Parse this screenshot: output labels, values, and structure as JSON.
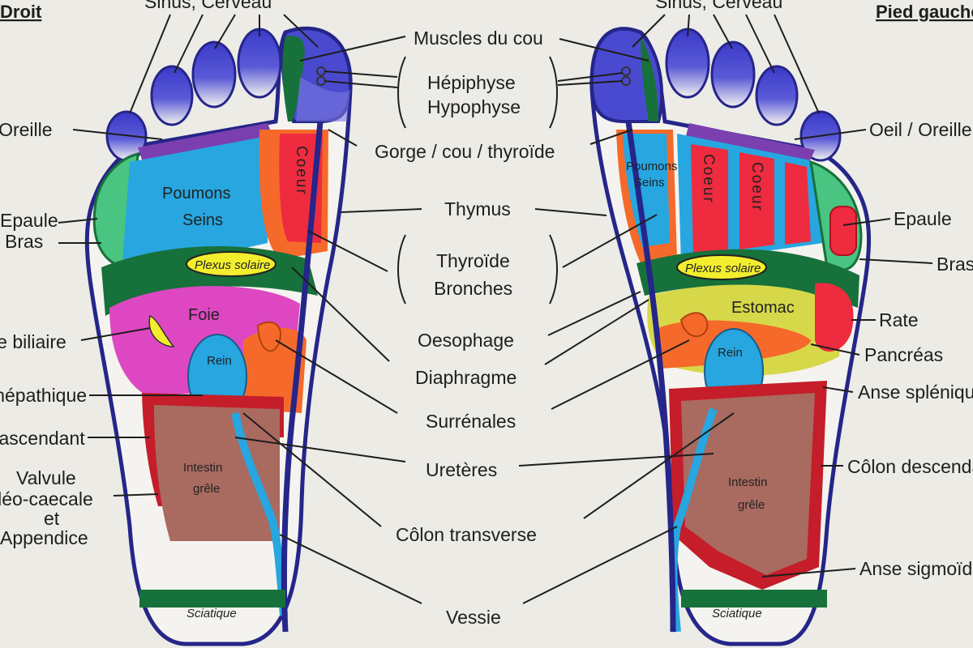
{
  "titles": {
    "right_foot": "Droit",
    "left_foot": "Pied gauche"
  },
  "center_labels": {
    "sinus_cerveau": "Sinus, Cerveau",
    "muscles_cou": "Muscles du cou",
    "epiphyse": "Hépiphyse",
    "hypophyse": "Hypophyse",
    "gorge": "Gorge / cou / thyroïde",
    "thymus": "Thymus",
    "thyroide": "Thyroïde",
    "bronches": "Bronches",
    "oesophage": "Oesophage",
    "diaphragme": "Diaphragme",
    "surrenales": "Surrénales",
    "ureteres": "Uretères",
    "colon_transverse": "Côlon transverse",
    "vessie": "Vessie"
  },
  "left_side_labels": {
    "oreille": "Oeil / Oreille",
    "epaule": "Epaule",
    "bras": "Bras",
    "biliaire": "Vésicule biliaire",
    "hepatique": "Angle hépathique",
    "ascendant": "Côlon ascendant",
    "valvule_1": "Valvule",
    "valvule_2": "iléo-caecale",
    "valvule_3": "et",
    "valvule_4": "Appendice"
  },
  "right_side_labels": {
    "oreille": "Oeil / Oreille",
    "epaule": "Epaule",
    "bras": "Bras",
    "rate": "Rate",
    "pancreas": "Pancréas",
    "anse_splenique": "Anse splénique",
    "colon_descendant": "Côlon descendant",
    "anse_sigmoide": "Anse sigmoïde"
  },
  "zones": {
    "poumons": "Poumons",
    "seins": "Seins",
    "plexus": "Plexus solaire",
    "foie": "Foie",
    "rein": "Rein",
    "intestin": "Intestin",
    "grele": "grêle",
    "coeur": "Coeur",
    "estomac": "Estomac",
    "sciatique": "Sciatique"
  },
  "colors": {
    "background": "#ecebe6",
    "toe": "#4a4ad0",
    "lung": "#27a6e0",
    "heart": "#ef2b3f",
    "orange": "#f56a2a",
    "green": "#17713a",
    "light_green": "#49c481",
    "magenta": "#dd48c2",
    "yellow": "#f2ee2e",
    "liver_yellow": "#d6d84a",
    "intestine": "#a96a60",
    "dark_red": "#c51d2a",
    "purple": "#7b3fb0",
    "outline": "#25258a"
  }
}
